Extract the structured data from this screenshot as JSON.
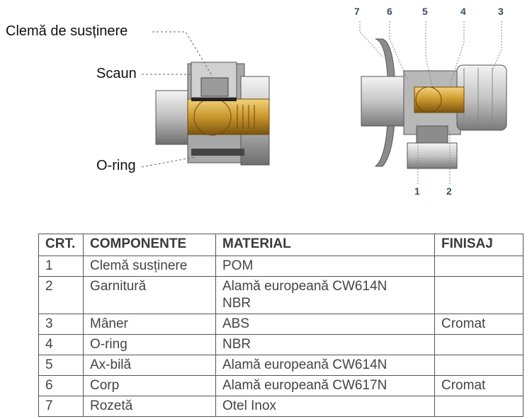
{
  "left_figure": {
    "callouts": [
      "Clemă de susținere",
      "Scaun",
      "O-ring"
    ]
  },
  "right_figure": {
    "top_numbers": [
      "7",
      "6",
      "5",
      "4",
      "3"
    ],
    "bottom_numbers": [
      "1",
      "2"
    ]
  },
  "table": {
    "headers": [
      "CRT.",
      "COMPONENTE",
      "MATERIAL",
      "FINISAJ"
    ],
    "rows": [
      {
        "crt": "1",
        "component": "Clemă susținere",
        "material": [
          "POM"
        ],
        "finish": ""
      },
      {
        "crt": "2",
        "component": "Garnitură",
        "material": [
          "Alamă europeană CW614N",
          "NBR"
        ],
        "finish": ""
      },
      {
        "crt": "3",
        "component": "Mâner",
        "material": [
          "ABS"
        ],
        "finish": "Cromat"
      },
      {
        "crt": "4",
        "component": "O-ring",
        "material": [
          "NBR"
        ],
        "finish": ""
      },
      {
        "crt": "5",
        "component": "Ax-bilă",
        "material": [
          "Alamă europeană CW614N"
        ],
        "finish": ""
      },
      {
        "crt": "6",
        "component": "Corp",
        "material": [
          "Alamă europeană CW617N"
        ],
        "finish": "Cromat"
      },
      {
        "crt": "7",
        "component": "Rozetă",
        "material": [
          "Otel Inox"
        ],
        "finish": ""
      }
    ]
  }
}
